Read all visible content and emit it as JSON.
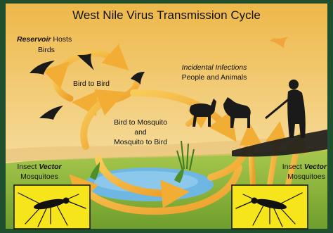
{
  "title": "West Nile Virus Transmission Cycle",
  "reservoir": {
    "emph": "Reservoir",
    "rest": " Hosts",
    "line2": "Birds"
  },
  "bird_to_bird": "Bird to Bird",
  "incidental": {
    "line1": "Incidental Infections",
    "line2": "People and Animals"
  },
  "bird_mosquito": {
    "line1": "Bird to Mosquito",
    "line2": "and",
    "line3": "Mosquito to Bird"
  },
  "vector_left": {
    "pre": "Insect ",
    "emph": "Vector",
    "line2": "Mosquitoes"
  },
  "vector_right": {
    "pre": "Insect ",
    "emph": "Vector",
    "line2": "Mosquitoes"
  },
  "colors": {
    "frame": "#1f4f2c",
    "sky_top": "#f2c14a",
    "sky_bottom": "#f5dc9a",
    "grass": "#8fbf3a",
    "arrow": "#f3b23a",
    "arrow_edge": "#c98a1c",
    "pond": "#6fb7e3",
    "silhouette": "#1a1a1a",
    "box": "#f5e51a"
  },
  "icons": [
    "bird-icon",
    "mosquito-icon",
    "horse-icon",
    "person-icon",
    "pond-icon"
  ]
}
